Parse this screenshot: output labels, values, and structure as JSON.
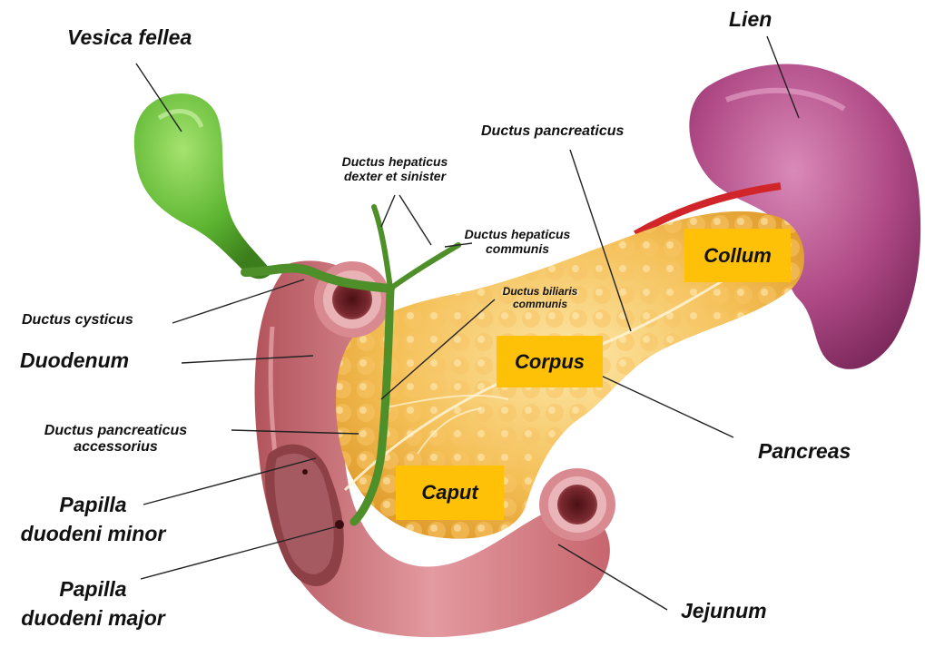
{
  "colors": {
    "region_box": "#ffc107",
    "gallbladder": "#5cb531",
    "spleen": "#b04a86",
    "duodenum": "#d87d83",
    "pancreas": "#f2b13c",
    "label_text": "#111111",
    "leader_line": "#222222"
  },
  "labels": {
    "vesica_fellea": "Vesica fellea",
    "lien": "Lien",
    "ductus_pancreaticus": "Ductus pancreaticus",
    "ductus_hepaticus_ds_1": "Ductus hepaticus",
    "ductus_hepaticus_ds_2": "dexter et sinister",
    "ductus_hepaticus_communis_1": "Ductus hepaticus",
    "ductus_hepaticus_communis_2": "communis",
    "ductus_biliaris_communis_1": "Ductus biliaris",
    "ductus_biliaris_communis_2": "communis",
    "ductus_cysticus": "Ductus cysticus",
    "duodenum": "Duodenum",
    "ductus_pancreaticus_accessorius_1": "Ductus pancreaticus",
    "ductus_pancreaticus_accessorius_2": "accessorius",
    "papilla_minor_1": "Papilla",
    "papilla_minor_2": "duodeni minor",
    "papilla_major_1": "Papilla",
    "papilla_major_2": "duodeni major",
    "pancreas": "Pancreas",
    "jejunum": "Jejunum"
  },
  "regions": {
    "collum": "Collum",
    "corpus": "Corpus",
    "caput": "Caput"
  }
}
